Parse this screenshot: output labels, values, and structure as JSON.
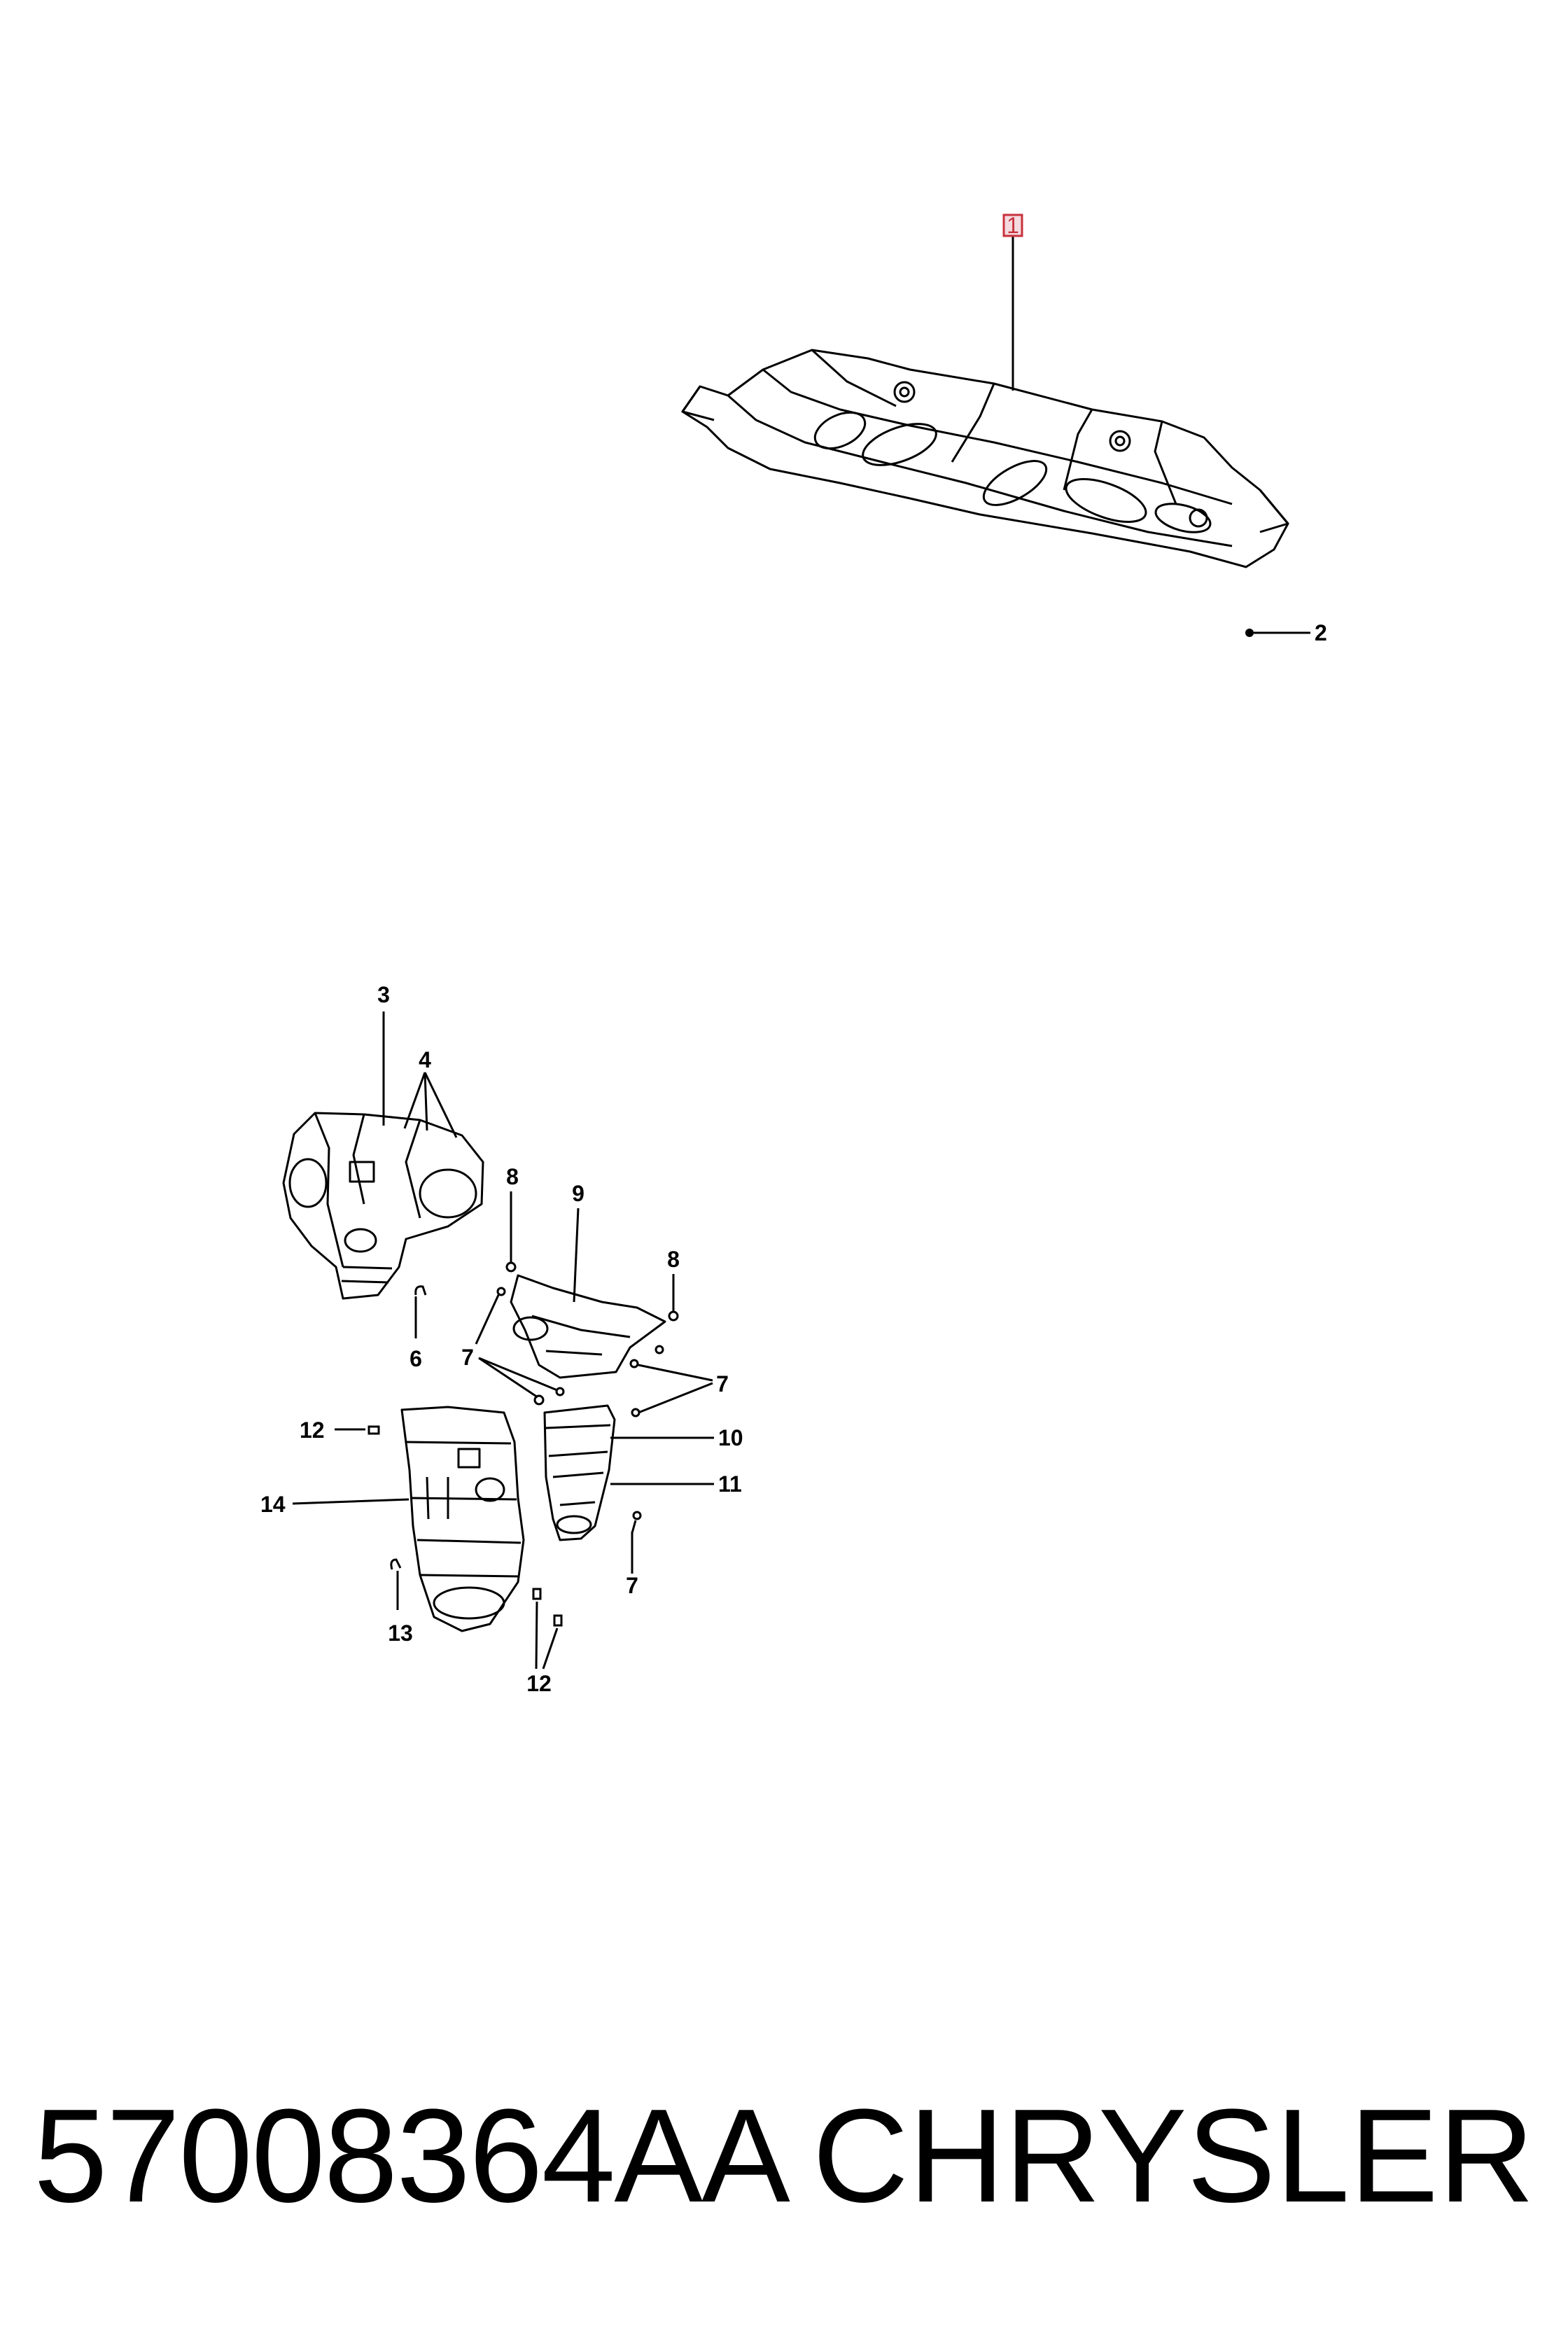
{
  "callouts": {
    "c1": "1",
    "c2": "2",
    "c3": "3",
    "c4": "4",
    "c6": "6",
    "c7a": "7",
    "c7b": "7",
    "c7c": "7",
    "c8a": "8",
    "c8b": "8",
    "c9": "9",
    "c10": "10",
    "c11": "11",
    "c12a": "12",
    "c12b": "12",
    "c13": "13",
    "c14": "14"
  },
  "highlighted_callout": "1",
  "highlight_color": "#c8323c",
  "footer": {
    "part_number": "57008364AA",
    "brand": "CHRYSLER"
  }
}
